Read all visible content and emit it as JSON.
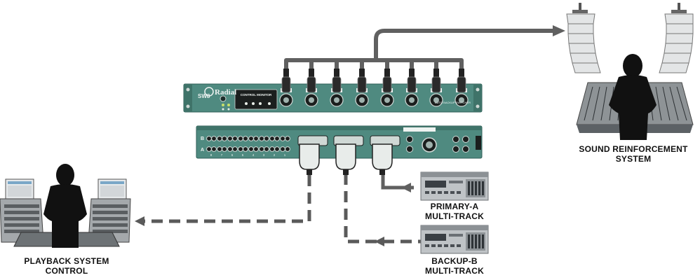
{
  "labels": {
    "sound_reinforcement_line1": "SOUND REINFORCEMENT",
    "sound_reinforcement_line2": "SYSTEM",
    "playback_line1": "PLAYBACK SYSTEM",
    "playback_line2": "CONTROL",
    "primary_line1": "PRIMARY-A",
    "primary_line2": "MULTI-TRACK",
    "backup_line1": "BACKUP-B",
    "backup_line2": "MULTI-TRACK"
  },
  "front_panel": {
    "model": "SW8",
    "brand": "Radial",
    "control_title": "CONTROL MONITOR",
    "right_caption": "AUTO BACKUP SWITCHER"
  },
  "rear_panel": {
    "row_a": "A",
    "row_b": "B",
    "channel_numbers": [
      "8",
      "7",
      "6",
      "5",
      "4",
      "3",
      "2",
      "1"
    ]
  },
  "colors": {
    "rack": "#4f8a80",
    "rack_dark": "#2f5e57",
    "cable": "#606060",
    "dashed": "#5a5a5a"
  }
}
